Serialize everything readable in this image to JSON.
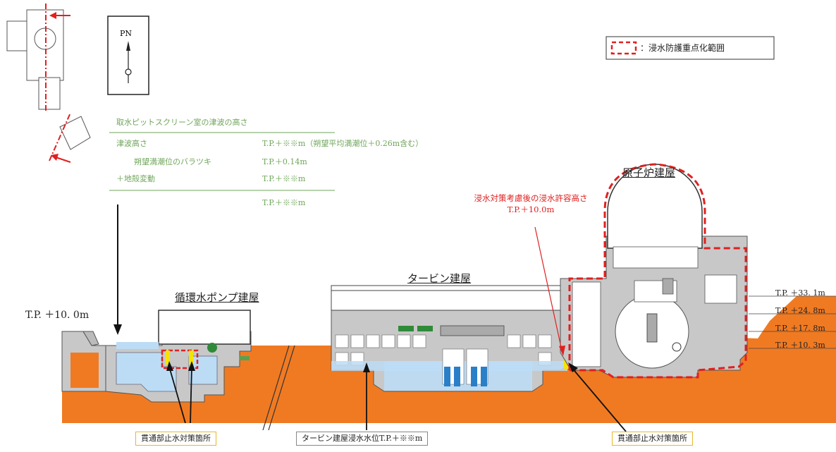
{
  "compass": {
    "label": "PN"
  },
  "legend": {
    "text": "：浸水防護重点化範囲"
  },
  "table": {
    "title": "取水ピットスクリーン室の津波の高さ",
    "rows": [
      {
        "label": "津波高さ",
        "value": "T.P.＋※※m（朔望平均満潮位＋0.26m含む）"
      },
      {
        "label": "朔望満潮位のバラツキ",
        "value": "T.P.＋0.14m"
      },
      {
        "label": "＋地殻変動",
        "value": "T.P.＋※※m"
      }
    ],
    "total": "T.P.＋※※m"
  },
  "buildings": {
    "reactor": "原子炉建屋",
    "turbine": "タービン建屋",
    "pump": "循環水ポンプ建屋"
  },
  "allowable": {
    "line1": "浸水対策考慮後の浸水許容高さ",
    "line2": "T.P.＋10.0m"
  },
  "levels": {
    "left": "T.P. ＋10. 0m",
    "l331": "T.P. ＋33. 1m",
    "l248": "T.P. ＋24. 8m",
    "l178": "T.P. ＋17. 8m",
    "l103": "T.P. ＋10. 3m"
  },
  "callouts": {
    "penetration_left": "貫通部止水対策箇所",
    "turbine_water": "タービン建屋浸水水位T.P.＋※※m",
    "penetration_right": "貫通部止水対策箇所"
  },
  "colors": {
    "ground": "#f07a22",
    "water": "#bcdcf5",
    "structure": "#c8c8c8",
    "protection": "#e02020",
    "seal": "#f5e400"
  }
}
